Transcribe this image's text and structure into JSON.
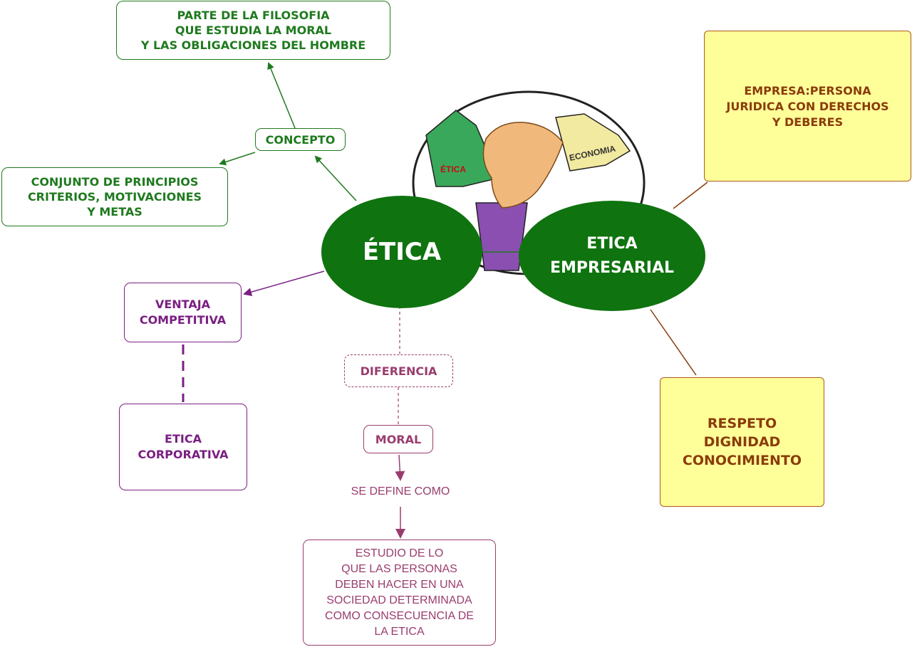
{
  "central": {
    "label": "ÉTICA"
  },
  "empresarial": {
    "label": "ETICA\nEMPRESARIAL"
  },
  "image_labels": {
    "left_sleeve": "ÉTICA",
    "right_sleeve": "ECONOMIA"
  },
  "concepto": {
    "label": "CONCEPTO"
  },
  "filosofia": {
    "text": "PARTE DE LA FILOSOFIA\nQUE ESTUDIA LA MORAL\nY LAS OBLIGACIONES DEL HOMBRE"
  },
  "principios": {
    "text": "CONJUNTO DE PRINCIPIOS\nCRITERIOS, MOTIVACIONES\nY METAS"
  },
  "ventaja": {
    "text": "VENTAJA\nCOMPETITIVA"
  },
  "corporativa": {
    "text": "ETICA\nCORPORATIVA"
  },
  "diferencia": {
    "label": "DIFERENCIA"
  },
  "moral": {
    "label": "MORAL"
  },
  "define": {
    "label": "SE DEFINE COMO"
  },
  "estudio": {
    "text": "ESTUDIO DE LO\nQUE LAS PERSONAS\nDEBEN HACER EN UNA\nSOCIEDAD DETERMINADA\nCOMO CONSECUENCIA DE\nLA ETICA"
  },
  "empresa": {
    "text": "EMPRESA:PERSONA\nJURIDICA CON DERECHOS\nY DEBERES"
  },
  "respeto": {
    "text": "RESPETO\nDIGNIDAD\nCONOCIMIENTO"
  },
  "colors": {
    "green": "#0f730f",
    "purple": "#7a1f82",
    "plum": "#9a3d6e",
    "yellow": "#ffff99",
    "brown": "#8a3c0b"
  }
}
